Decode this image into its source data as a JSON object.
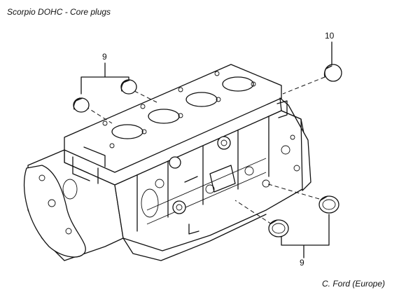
{
  "title": "Scorpio DOHC - Core plugs",
  "credit": "C. Ford (Europe)",
  "callouts": {
    "top_left": "9",
    "top_right": "10",
    "bottom_right": "9"
  }
}
